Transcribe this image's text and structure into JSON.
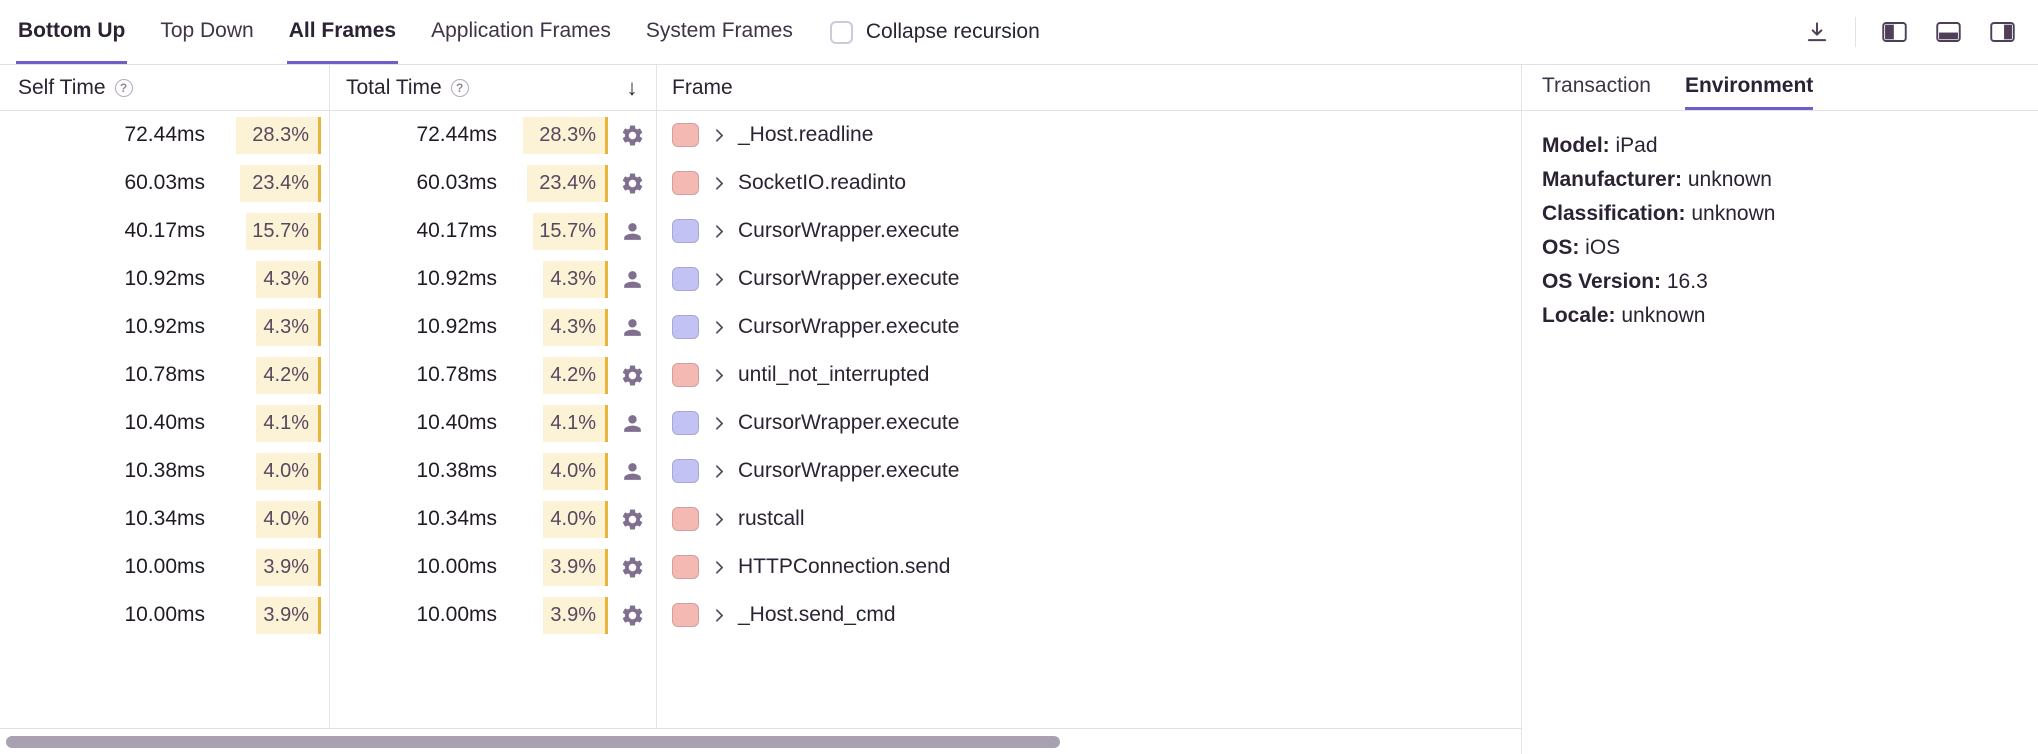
{
  "toolbar": {
    "view_tabs": [
      {
        "label": "Bottom Up",
        "active": true
      },
      {
        "label": "Top Down",
        "active": false
      }
    ],
    "frame_tabs": [
      {
        "label": "All Frames",
        "active": true
      },
      {
        "label": "Application Frames",
        "active": false
      },
      {
        "label": "System Frames",
        "active": false
      }
    ],
    "collapse_recursion_label": "Collapse recursion",
    "collapse_recursion_checked": false,
    "right_icons": [
      "download-icon",
      "layout-split-vertical-icon",
      "layout-split-horizontal-icon",
      "layout-sidebar-right-icon"
    ]
  },
  "table": {
    "columns": {
      "self_time": "Self Time",
      "total_time": "Total Time",
      "frame": "Frame"
    },
    "sort": {
      "column": "total_time",
      "direction": "desc",
      "icon": "↓"
    },
    "rows": [
      {
        "self_time": "72.44ms",
        "self_pct": "28.3%",
        "total_time": "72.44ms",
        "total_pct": "28.3%",
        "pct": 28.3,
        "icon": "gear",
        "color": "red",
        "frame": "_Host.readline"
      },
      {
        "self_time": "60.03ms",
        "self_pct": "23.4%",
        "total_time": "60.03ms",
        "total_pct": "23.4%",
        "pct": 23.4,
        "icon": "gear",
        "color": "red",
        "frame": "SocketIO.readinto"
      },
      {
        "self_time": "40.17ms",
        "self_pct": "15.7%",
        "total_time": "40.17ms",
        "total_pct": "15.7%",
        "pct": 15.7,
        "icon": "user",
        "color": "blue",
        "frame": "CursorWrapper.execute"
      },
      {
        "self_time": "10.92ms",
        "self_pct": "4.3%",
        "total_time": "10.92ms",
        "total_pct": "4.3%",
        "pct": 4.3,
        "icon": "user",
        "color": "blue",
        "frame": "CursorWrapper.execute"
      },
      {
        "self_time": "10.92ms",
        "self_pct": "4.3%",
        "total_time": "10.92ms",
        "total_pct": "4.3%",
        "pct": 4.3,
        "icon": "user",
        "color": "blue",
        "frame": "CursorWrapper.execute"
      },
      {
        "self_time": "10.78ms",
        "self_pct": "4.2%",
        "total_time": "10.78ms",
        "total_pct": "4.2%",
        "pct": 4.2,
        "icon": "gear",
        "color": "red",
        "frame": "until_not_interrupted"
      },
      {
        "self_time": "10.40ms",
        "self_pct": "4.1%",
        "total_time": "10.40ms",
        "total_pct": "4.1%",
        "pct": 4.1,
        "icon": "user",
        "color": "blue",
        "frame": "CursorWrapper.execute"
      },
      {
        "self_time": "10.38ms",
        "self_pct": "4.0%",
        "total_time": "10.38ms",
        "total_pct": "4.0%",
        "pct": 4.0,
        "icon": "user",
        "color": "blue",
        "frame": "CursorWrapper.execute"
      },
      {
        "self_time": "10.34ms",
        "self_pct": "4.0%",
        "total_time": "10.34ms",
        "total_pct": "4.0%",
        "pct": 4.0,
        "icon": "gear",
        "color": "red",
        "frame": "rustcall"
      },
      {
        "self_time": "10.00ms",
        "self_pct": "3.9%",
        "total_time": "10.00ms",
        "total_pct": "3.9%",
        "pct": 3.9,
        "icon": "gear",
        "color": "red",
        "frame": "HTTPConnection.send"
      },
      {
        "self_time": "10.00ms",
        "self_pct": "3.9%",
        "total_time": "10.00ms",
        "total_pct": "3.9%",
        "pct": 3.9,
        "icon": "gear",
        "color": "red",
        "frame": "_Host.send_cmd"
      }
    ]
  },
  "panel": {
    "tabs": [
      {
        "label": "Transaction",
        "active": false
      },
      {
        "label": "Environment",
        "active": true
      }
    ],
    "environment": [
      {
        "label": "Model:",
        "value": "iPad"
      },
      {
        "label": "Manufacturer:",
        "value": "unknown"
      },
      {
        "label": "Classification:",
        "value": "unknown"
      },
      {
        "label": "OS:",
        "value": "iOS"
      },
      {
        "label": "OS Version:",
        "value": "16.3"
      },
      {
        "label": "Locale:",
        "value": "unknown"
      }
    ]
  },
  "colors": {
    "accent_purple": "#6c5fc7",
    "pct_fill": "#fcf3d7",
    "pct_edge": "#e9b63d",
    "red": "#f5b9b4",
    "blue": "#c2c3f4",
    "icon_gray": "#80708f",
    "border": "#e4dfe7",
    "scroll_thumb": "#a9a1b1"
  }
}
